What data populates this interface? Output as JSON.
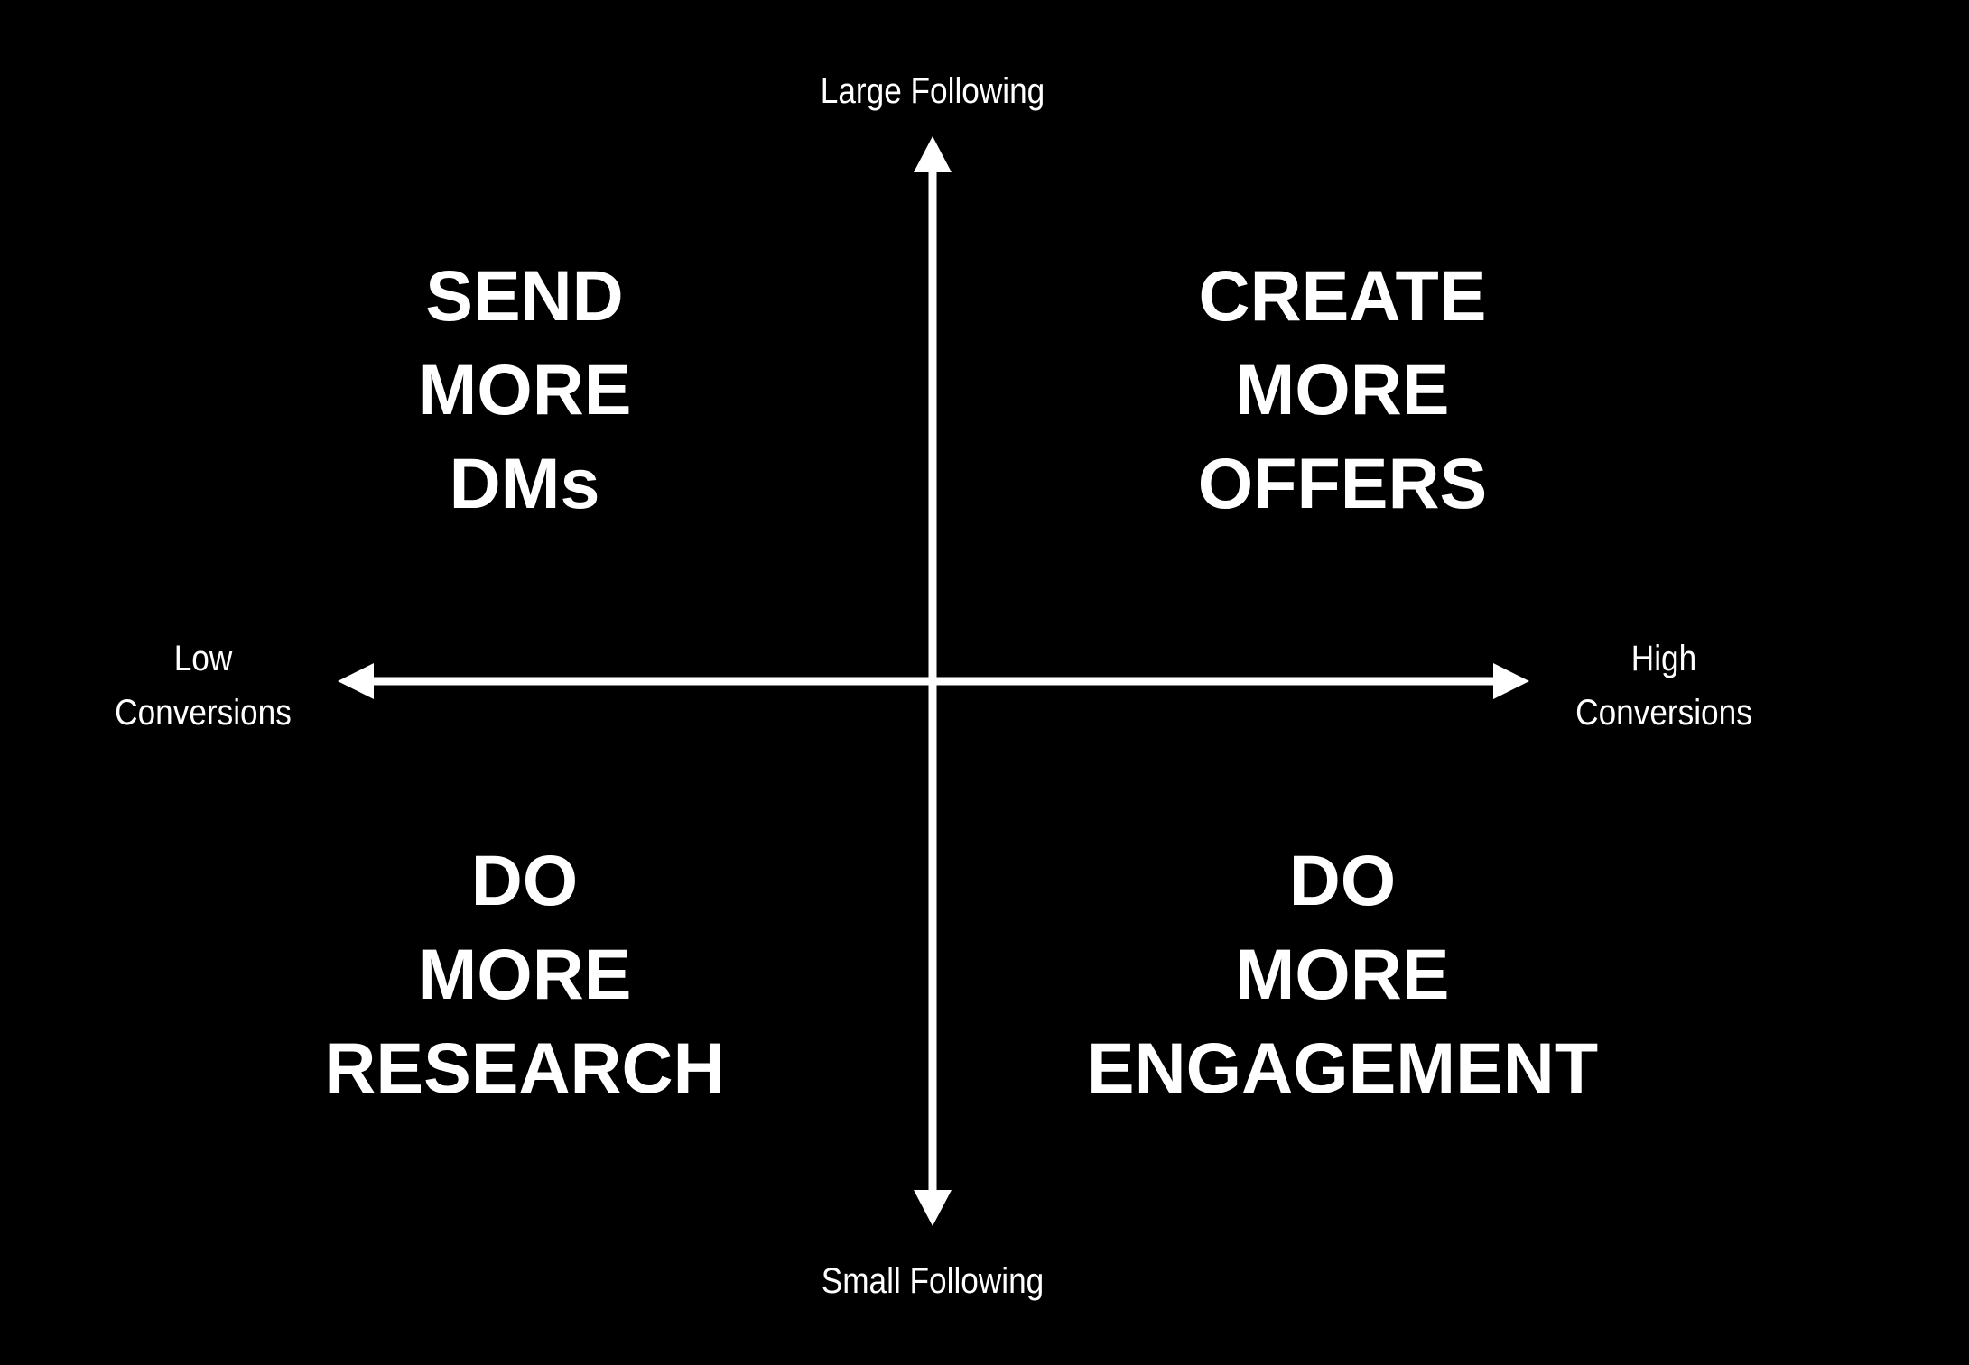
{
  "colors": {
    "background": "#000000",
    "foreground": "#ffffff"
  },
  "axes": {
    "top": "Large Following",
    "bottom": "Small Following",
    "left": [
      "Low",
      "Conversions"
    ],
    "right": [
      "High",
      "Conversions"
    ]
  },
  "quadrants": {
    "top_left": [
      "SEND",
      "MORE",
      "DMs"
    ],
    "top_right": [
      "CREATE",
      "MORE",
      "OFFERS"
    ],
    "bottom_left": [
      "DO",
      "MORE",
      "RESEARCH"
    ],
    "bottom_right": [
      "DO",
      "MORE",
      "ENGAGEMENT"
    ]
  }
}
